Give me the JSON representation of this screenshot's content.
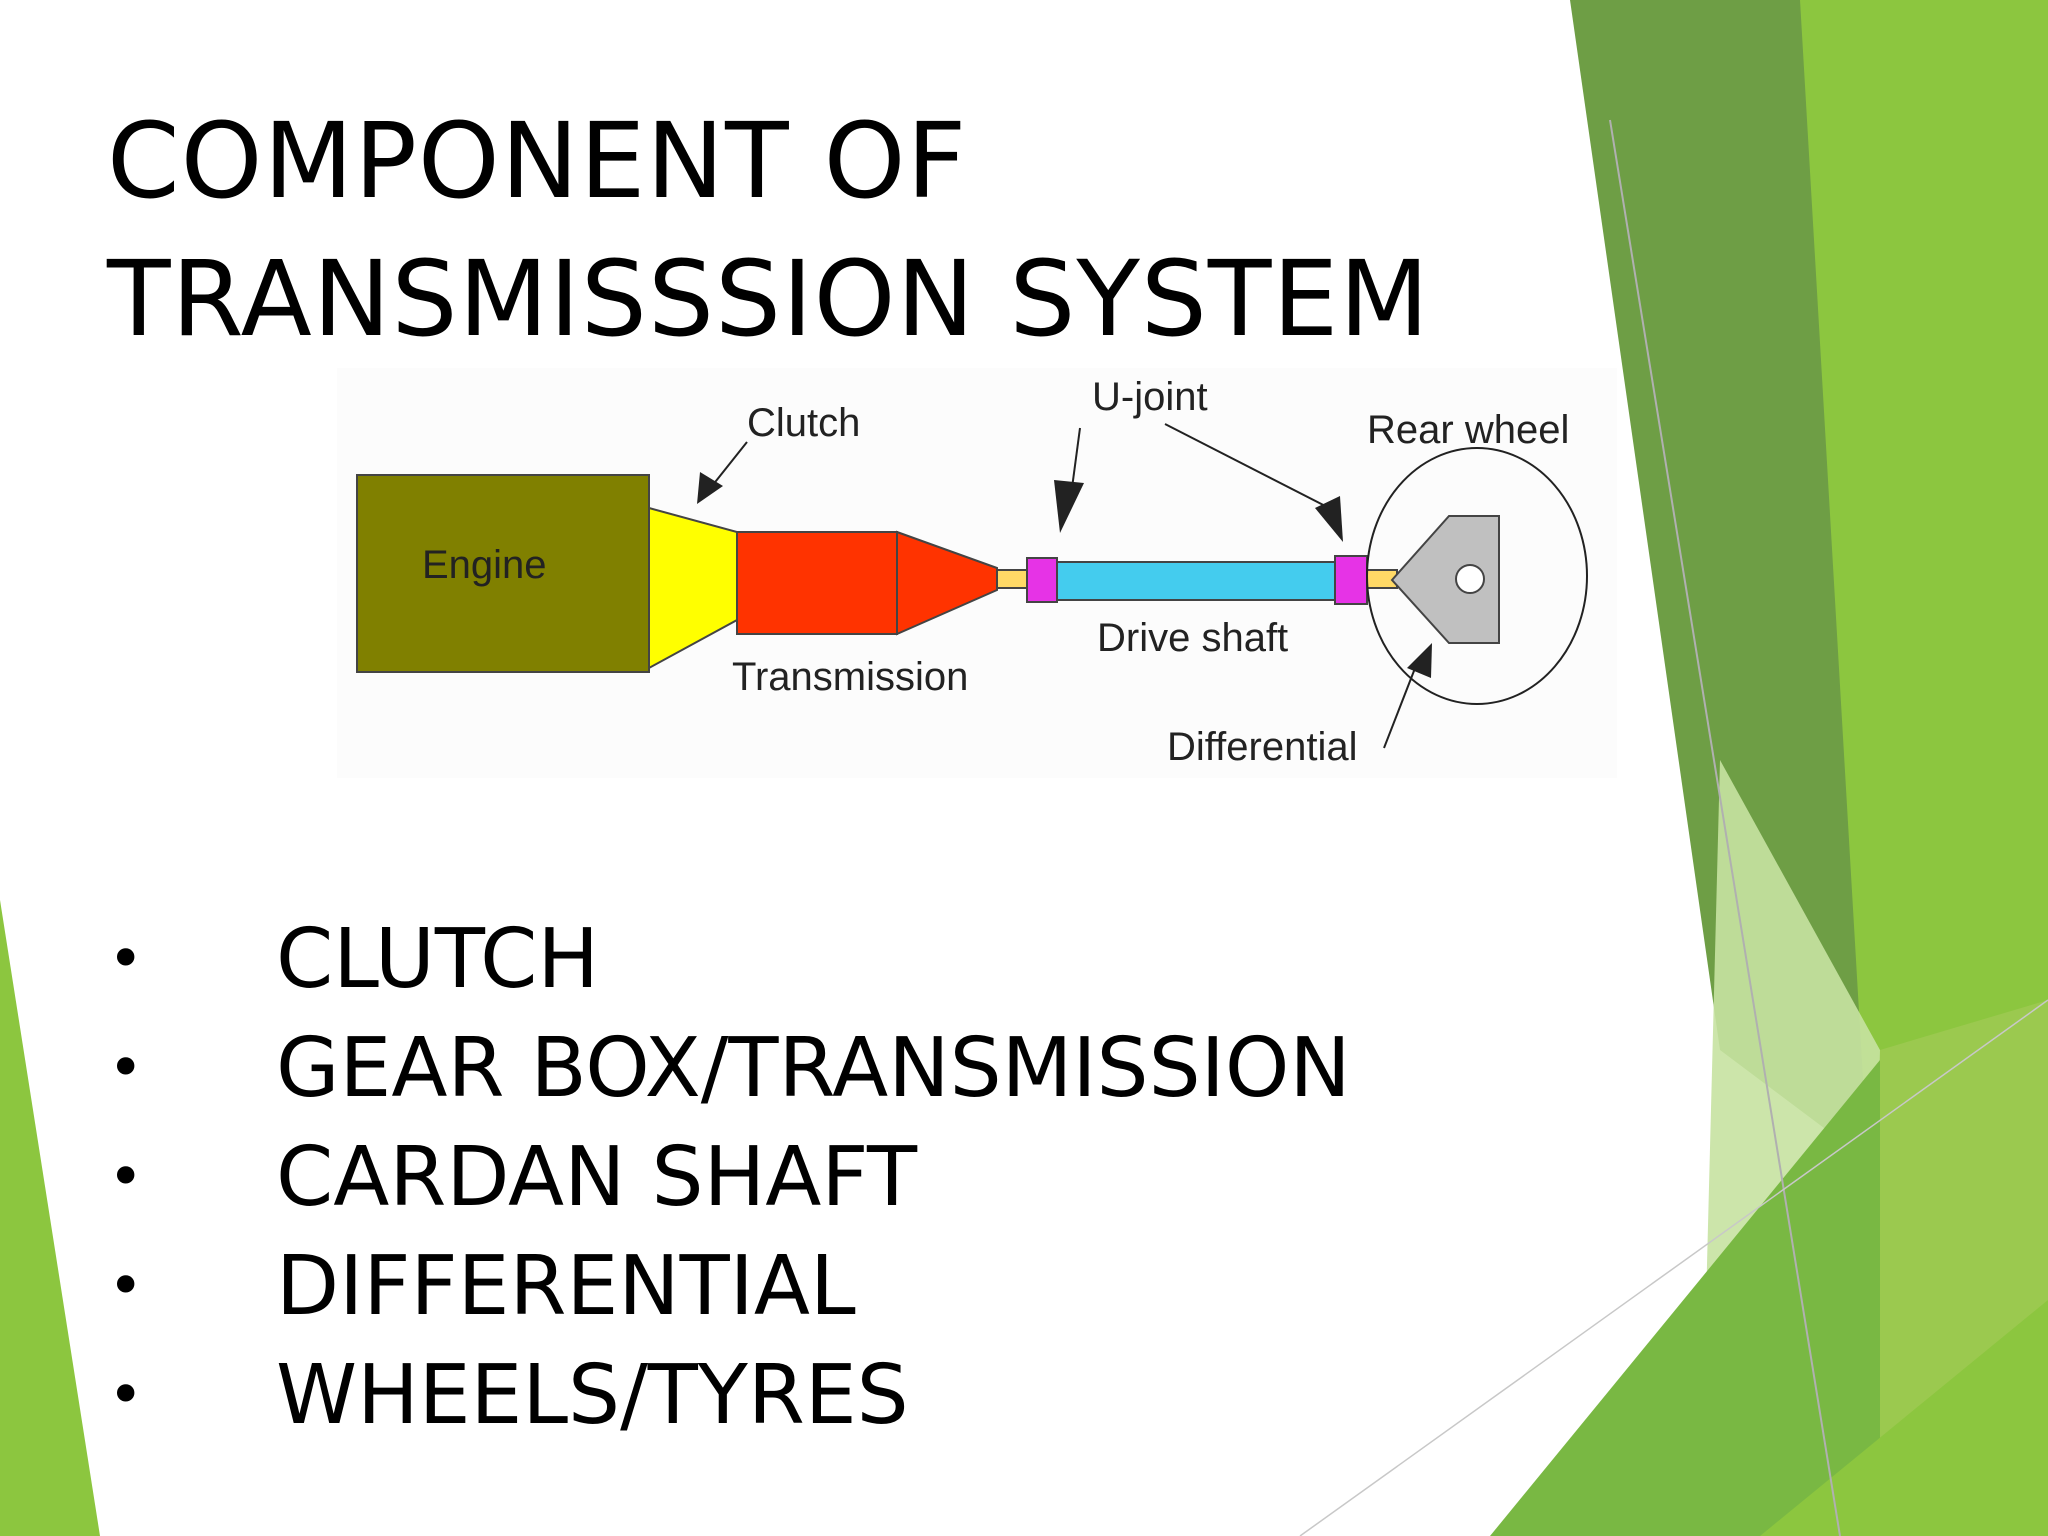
{
  "slide": {
    "title": "COMPONENT OF TRANSMISSSION SYSTEM",
    "bullet_glyph": "•",
    "bullets": [
      "CLUTCH",
      "GEAR BOX/TRANSMISSION",
      "CARDAN SHAFT",
      "DIFFERENTIAL",
      "WHEELS/TYRES"
    ]
  },
  "diagram": {
    "engine_label": "Engine",
    "clutch_label": "Clutch",
    "ujoint_label": "U-joint",
    "rear_wheel_label": "Rear wheel",
    "drive_shaft_label": "Drive shaft",
    "transmission_label": "Transmission",
    "differential_label": "Differential"
  },
  "colors": {
    "engine": "#808000",
    "clutch": "#ffff00",
    "transmission": "#ff3300",
    "ujoint": "#e633e6",
    "drive_shaft": "#44ccee",
    "differential": "#c0c0c0",
    "accent_green": "#8cc63f",
    "dark_green": "#6e9e45"
  }
}
